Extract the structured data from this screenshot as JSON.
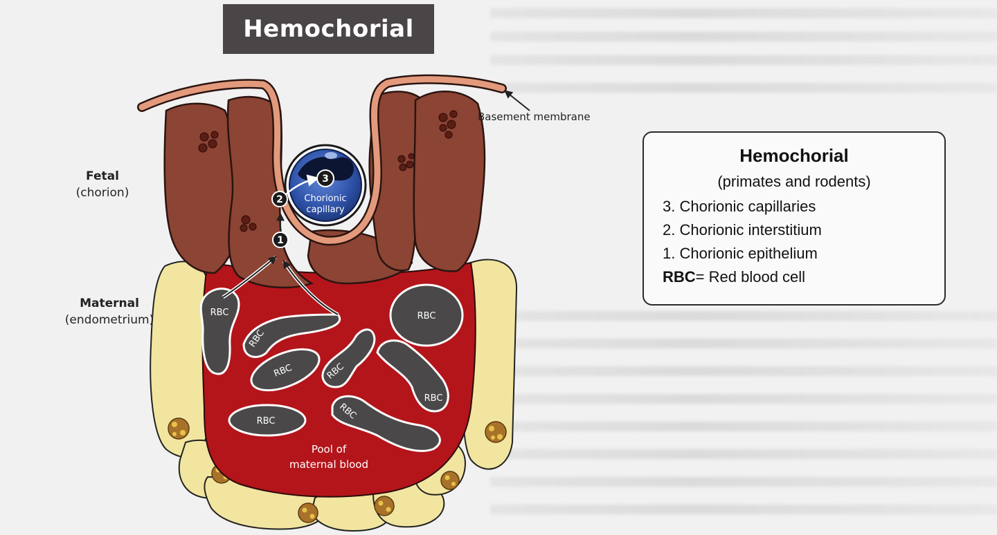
{
  "title": "Hemochorial",
  "labels": {
    "fetal": "Fetal",
    "fetal_sub": "(chorion)",
    "maternal": "Maternal",
    "maternal_sub": "(endometrium)",
    "basement_membrane": "Basement membrane",
    "capillary_line1": "Chorionic",
    "capillary_line2": "capillary",
    "pool_line1": "Pool of",
    "pool_line2": "maternal blood",
    "rbc": "RBC"
  },
  "steps": [
    "1",
    "2",
    "3"
  ],
  "legend": {
    "title": "Hemochorial",
    "subtitle": "(primates and rodents)",
    "items": [
      "3. Chorionic capillaries",
      "2. Chorionic interstitium",
      "1. Chorionic epithelium"
    ],
    "rbc_abbr": "RBC",
    "rbc_def": "= Red blood cell"
  },
  "colors": {
    "title_bg": "#4a4546",
    "fetal_tissue": "#8c4434",
    "membrane": "#e39a7c",
    "maternal_blood": "#b3151b",
    "rbc": "#4a4849",
    "endometrium_cells": "#f1e5a0",
    "capillary": "#2f52a8"
  }
}
